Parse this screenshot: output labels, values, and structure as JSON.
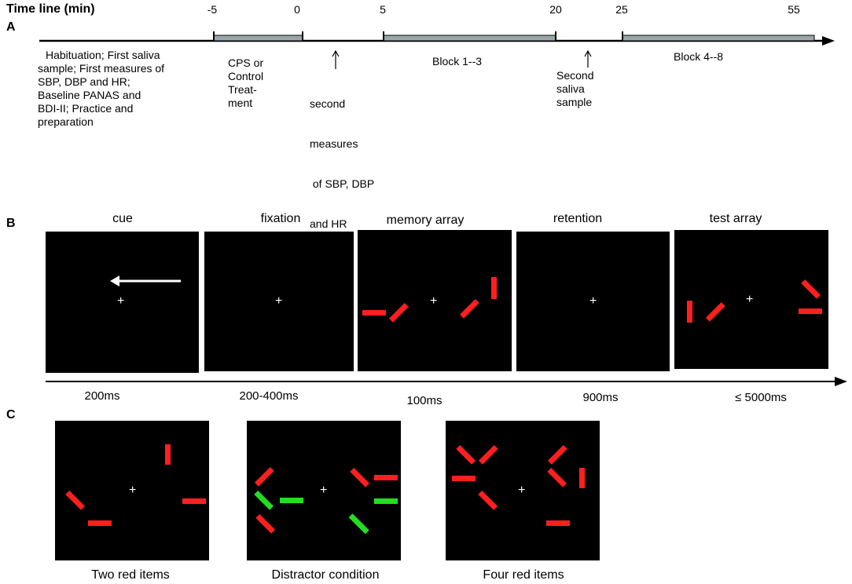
{
  "panel_a": {
    "letter": "A",
    "title": "Time line (min)",
    "ticks": [
      {
        "value": "-5",
        "id": "minus5"
      },
      {
        "value": "0",
        "id": "0"
      },
      {
        "value": "5",
        "id": "5"
      },
      {
        "value": "20",
        "id": "20"
      },
      {
        "value": "25",
        "id": "25"
      },
      {
        "value": "55",
        "id": "55"
      }
    ],
    "notes": {
      "habituation": [
        "Habituation; First saliva",
        "sample; First measures of",
        "SBP, DBP and HR;",
        "Baseline PANAS and",
        "BDI-II; Practice and",
        "preparation"
      ],
      "cps": [
        "CPS or",
        "Control",
        "Treat-",
        "ment"
      ],
      "second_measures": [
        "second",
        "measures",
        " of SBP, DBP",
        "and HR"
      ],
      "block1": "Block 1--3",
      "second_saliva": [
        "Second",
        "saliva",
        "sample"
      ],
      "block2": "Block 4--8"
    },
    "colors": {
      "block": "#9aa7a9",
      "line": "#000000"
    }
  },
  "panel_b": {
    "letter": "B",
    "screens": [
      {
        "title": "cue",
        "duration": "200ms"
      },
      {
        "title": "fixation",
        "duration": "200-400ms"
      },
      {
        "title": "memory array",
        "duration": "100ms"
      },
      {
        "title": "retention",
        "duration": "900ms"
      },
      {
        "title": "test array",
        "duration": "≤ 5000ms"
      }
    ],
    "fixation_symbol": "+",
    "colors": {
      "item_red": "#ff1f1f",
      "arrow": "#ffffff"
    }
  },
  "panel_c": {
    "letter": "C",
    "conditions": [
      {
        "label": "Two red items"
      },
      {
        "label": "Distractor condition"
      },
      {
        "label": "Four red items"
      }
    ],
    "colors": {
      "item_red": "#ff1f1f",
      "item_green": "#22dd22"
    }
  }
}
